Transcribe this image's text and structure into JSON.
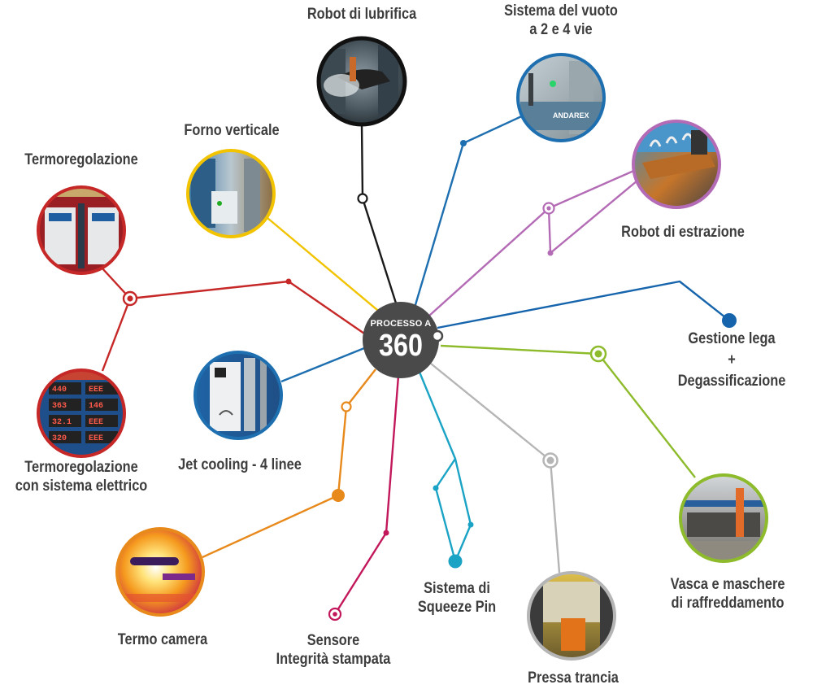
{
  "hub": {
    "line1": "PROCESSO A",
    "line2": "360"
  },
  "nodes": [
    {
      "id": "robot-lubrifica",
      "label": "Robot di lubrifica",
      "color": "#1a1a1a",
      "icon": "photo-robot-icon"
    },
    {
      "id": "sistema-vuoto",
      "label": "Sistema del vuoto\na 2 e 4 vie",
      "color": "#1e6fb0",
      "icon": "photo-vacuum-icon"
    },
    {
      "id": "robot-estrazione",
      "label": "Robot di estrazione",
      "color": "#b46bb5",
      "icon": "photo-extraction-robot-icon"
    },
    {
      "id": "gestione-lega",
      "label": "Gestione lega\n+\nDegassificazione",
      "color": "#1664ac",
      "icon": "dot-icon"
    },
    {
      "id": "vasca-maschere",
      "label": "Vasca e maschere\ndi raffreddamento",
      "color": "#8dbb2b",
      "icon": "photo-cooling-tank-icon"
    },
    {
      "id": "pressa-trancia",
      "label": "Pressa trancia",
      "color": "#b5b5b5",
      "icon": "photo-trim-press-icon"
    },
    {
      "id": "squeeze-pin",
      "label": "Sistema di\nSqueeze Pin",
      "color": "#1aa3c4",
      "icon": "dot-icon"
    },
    {
      "id": "sensore",
      "label": "Sensore\nIntegrità stampata",
      "color": "#c2185b",
      "icon": "target-icon"
    },
    {
      "id": "termo-camera",
      "label": "Termo camera",
      "color": "#e8891c",
      "icon": "photo-thermal-camera-icon"
    },
    {
      "id": "jet-cooling",
      "label": "Jet cooling - 4 linee",
      "color": "#1e6fb0",
      "icon": "photo-jet-cooling-icon"
    },
    {
      "id": "termoregolazione-elettrico",
      "label": "Termoregolazione\ncon sistema elettrico",
      "color": "#c62828",
      "icon": "photo-electric-thermoregulator-icon"
    },
    {
      "id": "termoregolazione",
      "label": "Termoregolazione",
      "color": "#c62828",
      "icon": "photo-thermoregulator-icon"
    },
    {
      "id": "forno-verticale",
      "label": "Forno verticale",
      "color": "#f2c300",
      "icon": "photo-furnace-icon"
    }
  ],
  "display_readings": [
    "440",
    "EEE",
    "363",
    "146",
    "32.1",
    "EEE",
    "320",
    "EEE"
  ],
  "photo_text": {
    "vacuum_brand": "ANDAREX"
  }
}
